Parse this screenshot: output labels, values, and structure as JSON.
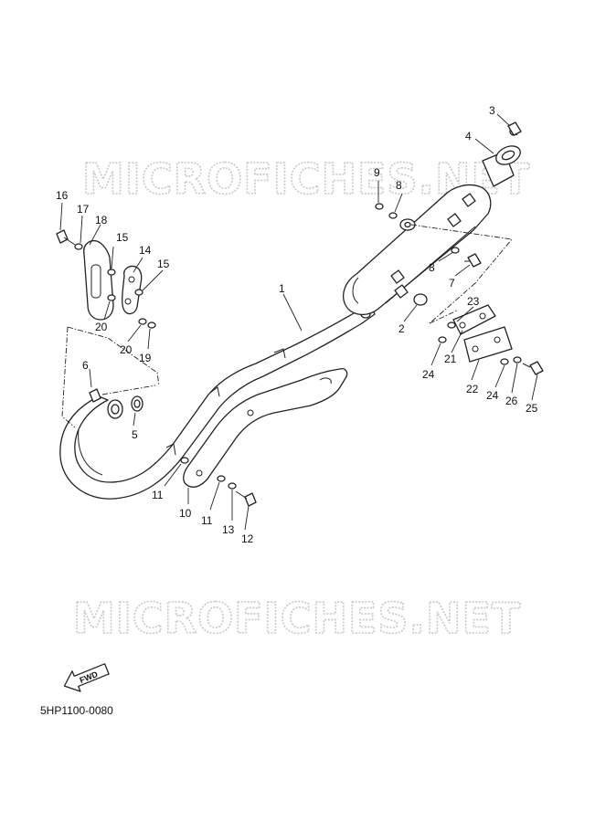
{
  "watermark": {
    "text_top": "MICROFICHES.NET",
    "text_bottom": "MICROFICHES.NET"
  },
  "diagram_code": "5HP1100-0080",
  "fwd_label": "FWD",
  "callouts": {
    "c1": "1",
    "c2": "2",
    "c3": "3",
    "c4": "4",
    "c5": "5",
    "c6": "6",
    "c7": "7",
    "c8a": "8",
    "c8b": "8",
    "c9": "9",
    "c10": "10",
    "c11a": "11",
    "c11b": "11",
    "c12": "12",
    "c13": "13",
    "c14": "14",
    "c15a": "15",
    "c15b": "15",
    "c16": "16",
    "c17": "17",
    "c18": "18",
    "c19": "19",
    "c20a": "20",
    "c20b": "20",
    "c21": "21",
    "c22": "22",
    "c23": "23",
    "c24a": "24",
    "c24b": "24",
    "c25": "25",
    "c26": "26"
  }
}
